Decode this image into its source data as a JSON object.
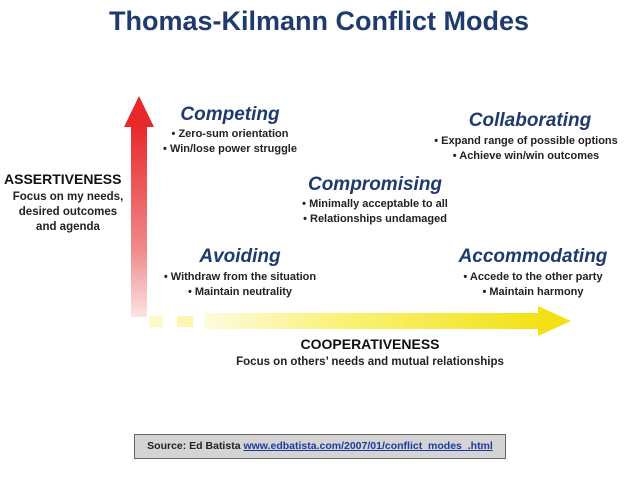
{
  "title": "Thomas-Kilmann Conflict Modes",
  "modes": {
    "competing": {
      "name": "Competing",
      "bullets": [
        "Zero-sum orientation",
        "Win/lose power struggle"
      ]
    },
    "collaborating": {
      "name": "Collaborating",
      "bullets": [
        "Expand range of possible options",
        "Achieve win/win outcomes"
      ]
    },
    "compromising": {
      "name": "Compromising",
      "bullets": [
        "Minimally acceptable to all",
        "Relationships undamaged"
      ]
    },
    "avoiding": {
      "name": "Avoiding",
      "bullets": [
        "Withdraw from the situation",
        "Maintain neutrality"
      ]
    },
    "accommodating": {
      "name": "Accommodating",
      "bullets": [
        "Accede to the other party",
        "Maintain harmony"
      ]
    }
  },
  "axes": {
    "y": {
      "label": "ASSERTIVENESS",
      "description": [
        "Focus on my needs,",
        "desired outcomes",
        "and agenda"
      ]
    },
    "x": {
      "label": "COOPERATIVENESS",
      "description": "Focus on others’ needs and mutual relationships"
    }
  },
  "source": {
    "label": "Source: Ed Batista",
    "link": "www.edbatista.com/2007/01/conflict_modes_.html"
  },
  "colors": {
    "title": "#1f3a6d",
    "vertical_arrow": "#e8282a",
    "horizontal_arrow": "#f5e61b"
  }
}
